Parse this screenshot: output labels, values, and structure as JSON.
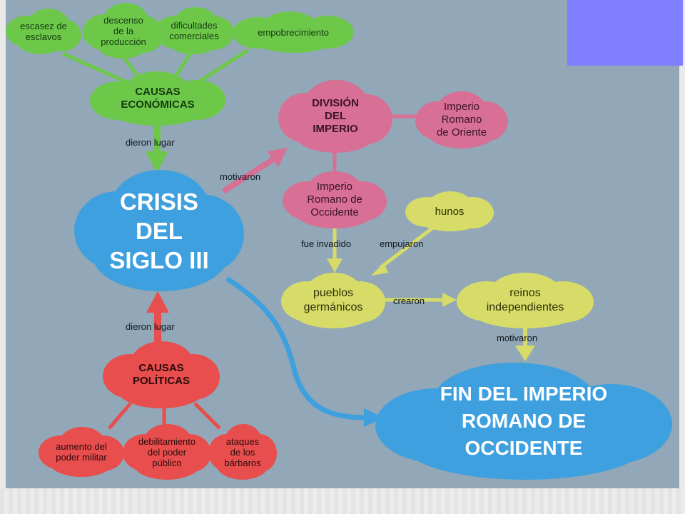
{
  "nodes": {
    "escasez": "escasez de\nesclavos",
    "descenso": "descenso\nde la\nproducción",
    "dificultades": "dificultades\ncomerciales",
    "empobrecimiento": "empobrecimiento",
    "causas_economicas": "CAUSAS\nECONÓMICAS",
    "division": "DIVISIÓN\nDEL\nIMPERIO",
    "oriente": "Imperio\nRomano\nde Oriente",
    "occidente": "Imperio\nRomano de\nOccidente",
    "hunos": "hunos",
    "crisis": "CRISIS\nDEL\nSIGLO III",
    "pueblos": "pueblos\ngermánicos",
    "reinos": "reinos\nindependientes",
    "causas_politicas": "CAUSAS\nPOLÍTICAS",
    "aumento": "aumento del\npoder militar",
    "debilitamiento": "debilitamiento\ndel poder\npúblico",
    "ataques": "ataques\nde los\nbárbaros",
    "fin": "FIN DEL IMPERIO\nROMANO DE\nOCCIDENTE"
  },
  "links": {
    "dieron_lugar_top": "dieron lugar",
    "motivaron_top": "motivaron",
    "fue_invadido": "fue invadido",
    "empujaron": "empujaron",
    "crearon": "crearon",
    "motivaron_bottom": "motivaron",
    "dieron_lugar_bottom": "dieron lugar"
  },
  "colors": {
    "background": "#92a7b7",
    "green": "#6dc84a",
    "pink": "#d86f94",
    "yellow": "#d7dc68",
    "red": "#e84e4e",
    "blue": "#3ea0de",
    "corner_box": "#7f7fff"
  }
}
